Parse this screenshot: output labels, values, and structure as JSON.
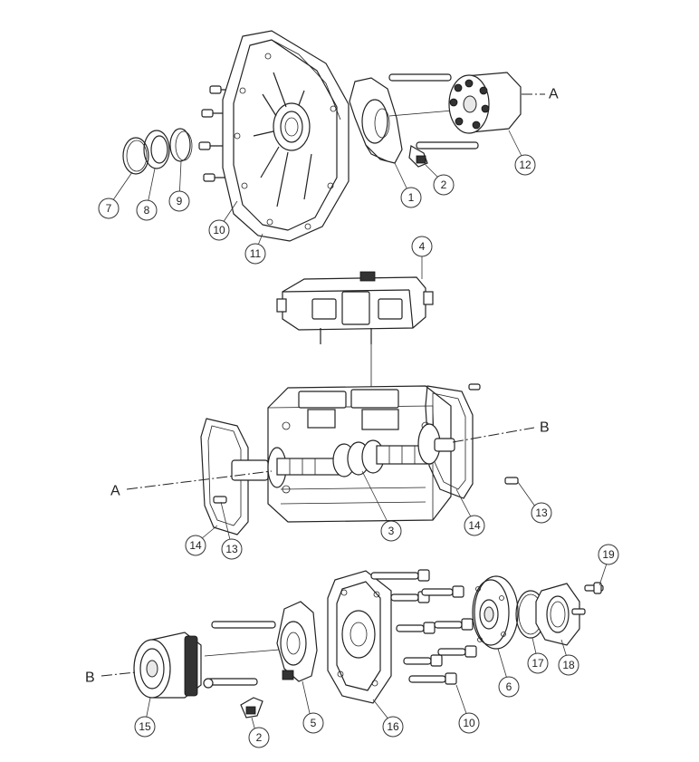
{
  "callouts": [
    {
      "id": "c1",
      "label": "1"
    },
    {
      "id": "c2a",
      "label": "2"
    },
    {
      "id": "c2b",
      "label": "2"
    },
    {
      "id": "c3",
      "label": "3"
    },
    {
      "id": "c4",
      "label": "4"
    },
    {
      "id": "c5",
      "label": "5"
    },
    {
      "id": "c6",
      "label": "6"
    },
    {
      "id": "c7",
      "label": "7"
    },
    {
      "id": "c8",
      "label": "8"
    },
    {
      "id": "c9",
      "label": "9"
    },
    {
      "id": "c10a",
      "label": "10"
    },
    {
      "id": "c10b",
      "label": "10"
    },
    {
      "id": "c11",
      "label": "11"
    },
    {
      "id": "c12",
      "label": "12"
    },
    {
      "id": "c13a",
      "label": "13"
    },
    {
      "id": "c13b",
      "label": "13"
    },
    {
      "id": "c14a",
      "label": "14"
    },
    {
      "id": "c14b",
      "label": "14"
    },
    {
      "id": "c15",
      "label": "15"
    },
    {
      "id": "c16",
      "label": "16"
    },
    {
      "id": "c17",
      "label": "17"
    },
    {
      "id": "c18",
      "label": "18"
    },
    {
      "id": "c19",
      "label": "19"
    }
  ],
  "axis_markers": {
    "a_top": "A",
    "a_left": "A",
    "b_right": "B",
    "b_left": "B"
  }
}
